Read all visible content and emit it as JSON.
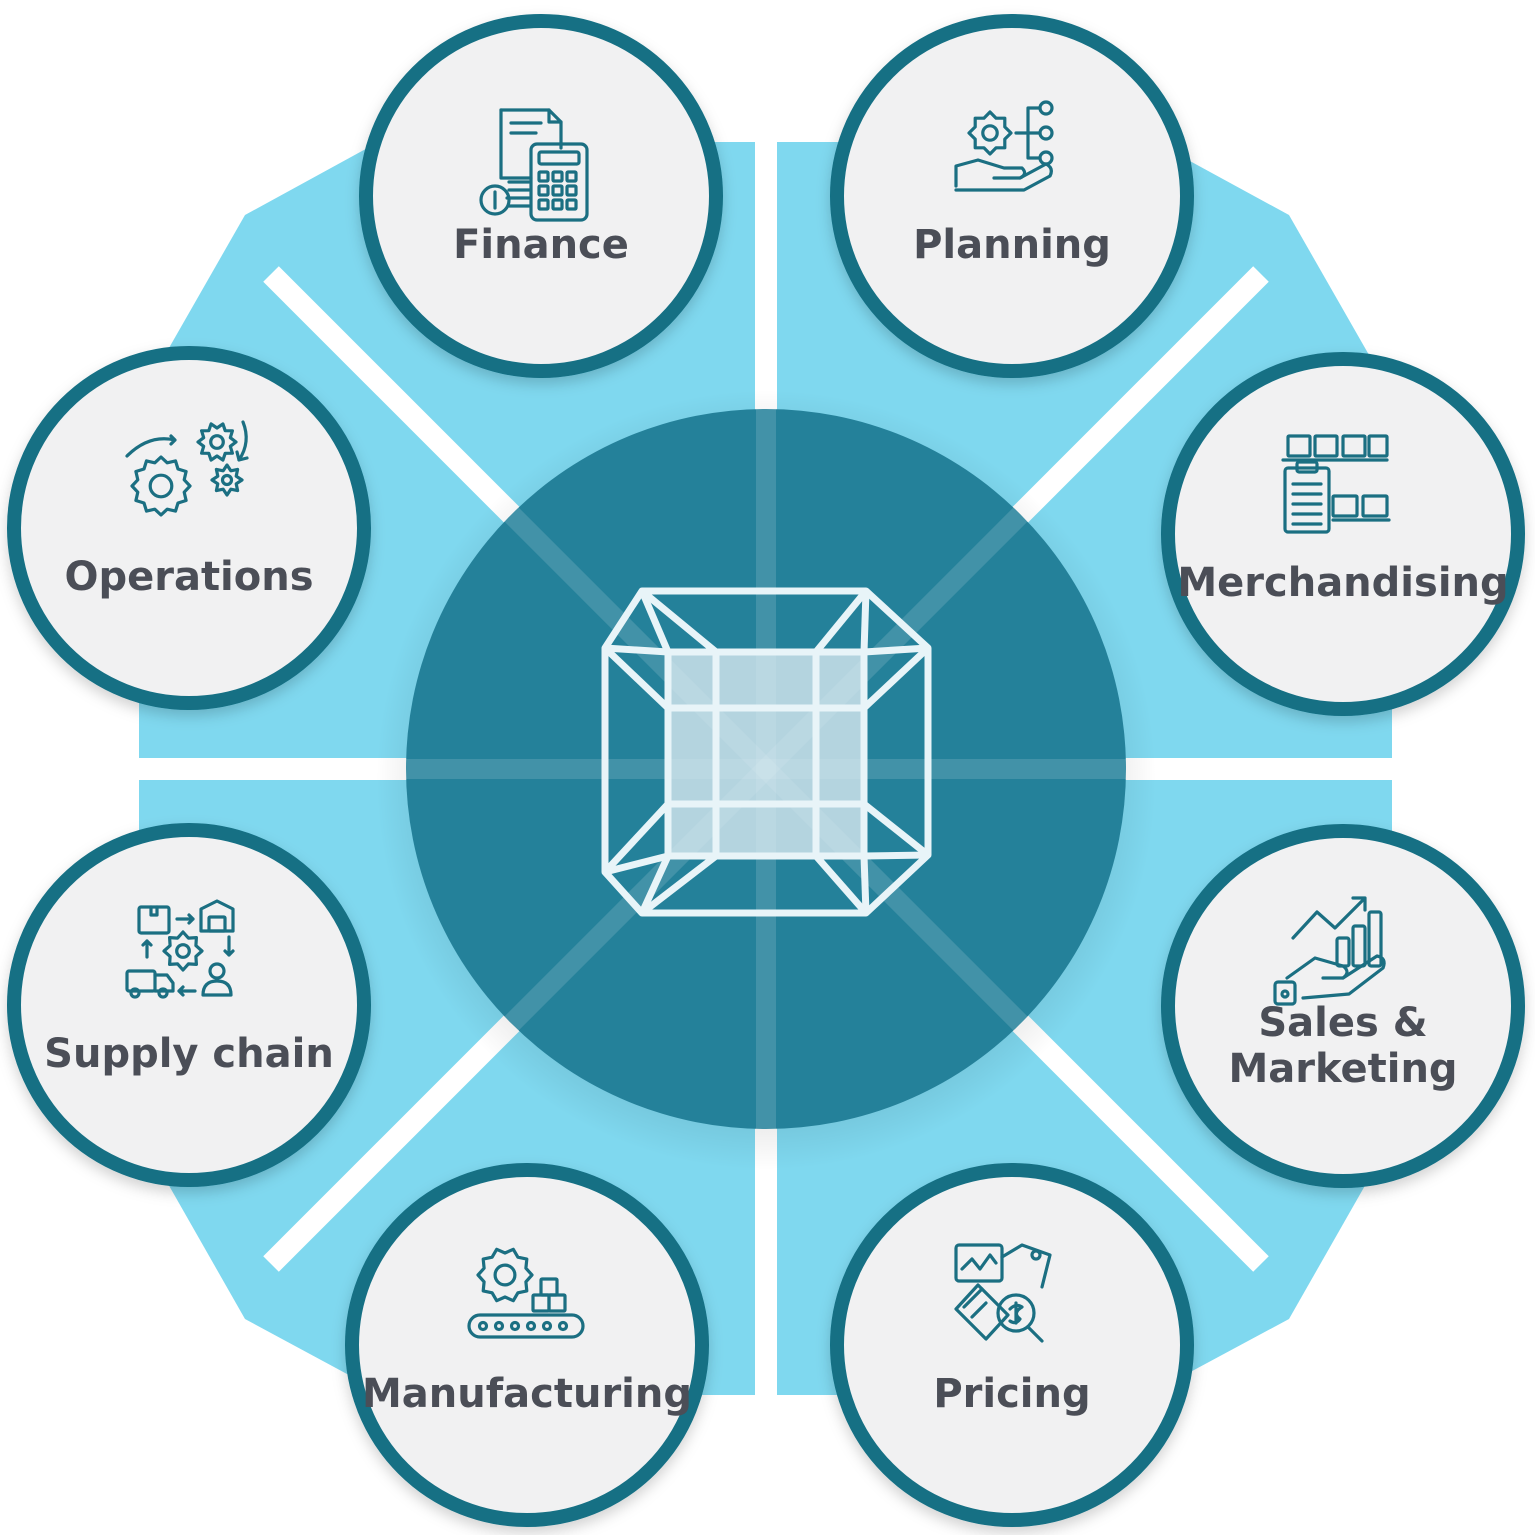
{
  "colors": {
    "band": "#7fd8ef",
    "separator": "#ffffff",
    "hub": "#24819a",
    "ring": "#126f84",
    "circle_fill": "#f1f1f2",
    "label": "#4b4e57",
    "icon": "#1b6f82",
    "cube": "#e8f4f8"
  },
  "hub": {
    "icon": "hypercube-icon"
  },
  "nodes": [
    {
      "key": "finance",
      "lines": [
        "Finance"
      ],
      "icon": "finance-calculator-icon"
    },
    {
      "key": "planning",
      "lines": [
        "Planning"
      ],
      "icon": "planning-hand-gear-icon"
    },
    {
      "key": "merchandising",
      "lines": [
        "Merchandising"
      ],
      "icon": "merchandising-shelf-clipboard-icon"
    },
    {
      "key": "sales-marketing",
      "lines": [
        "Sales &",
        "Marketing"
      ],
      "icon": "sales-growth-hand-icon"
    },
    {
      "key": "pricing",
      "lines": [
        "Pricing"
      ],
      "icon": "pricing-chart-dollar-icon"
    },
    {
      "key": "manufacturing",
      "lines": [
        "Manufacturing"
      ],
      "icon": "manufacturing-conveyor-gear-icon"
    },
    {
      "key": "supply-chain",
      "lines": [
        "Supply chain"
      ],
      "icon": "supply-chain-cycle-icon"
    },
    {
      "key": "operations",
      "lines": [
        "Operations"
      ],
      "icon": "operations-gears-icon"
    }
  ]
}
